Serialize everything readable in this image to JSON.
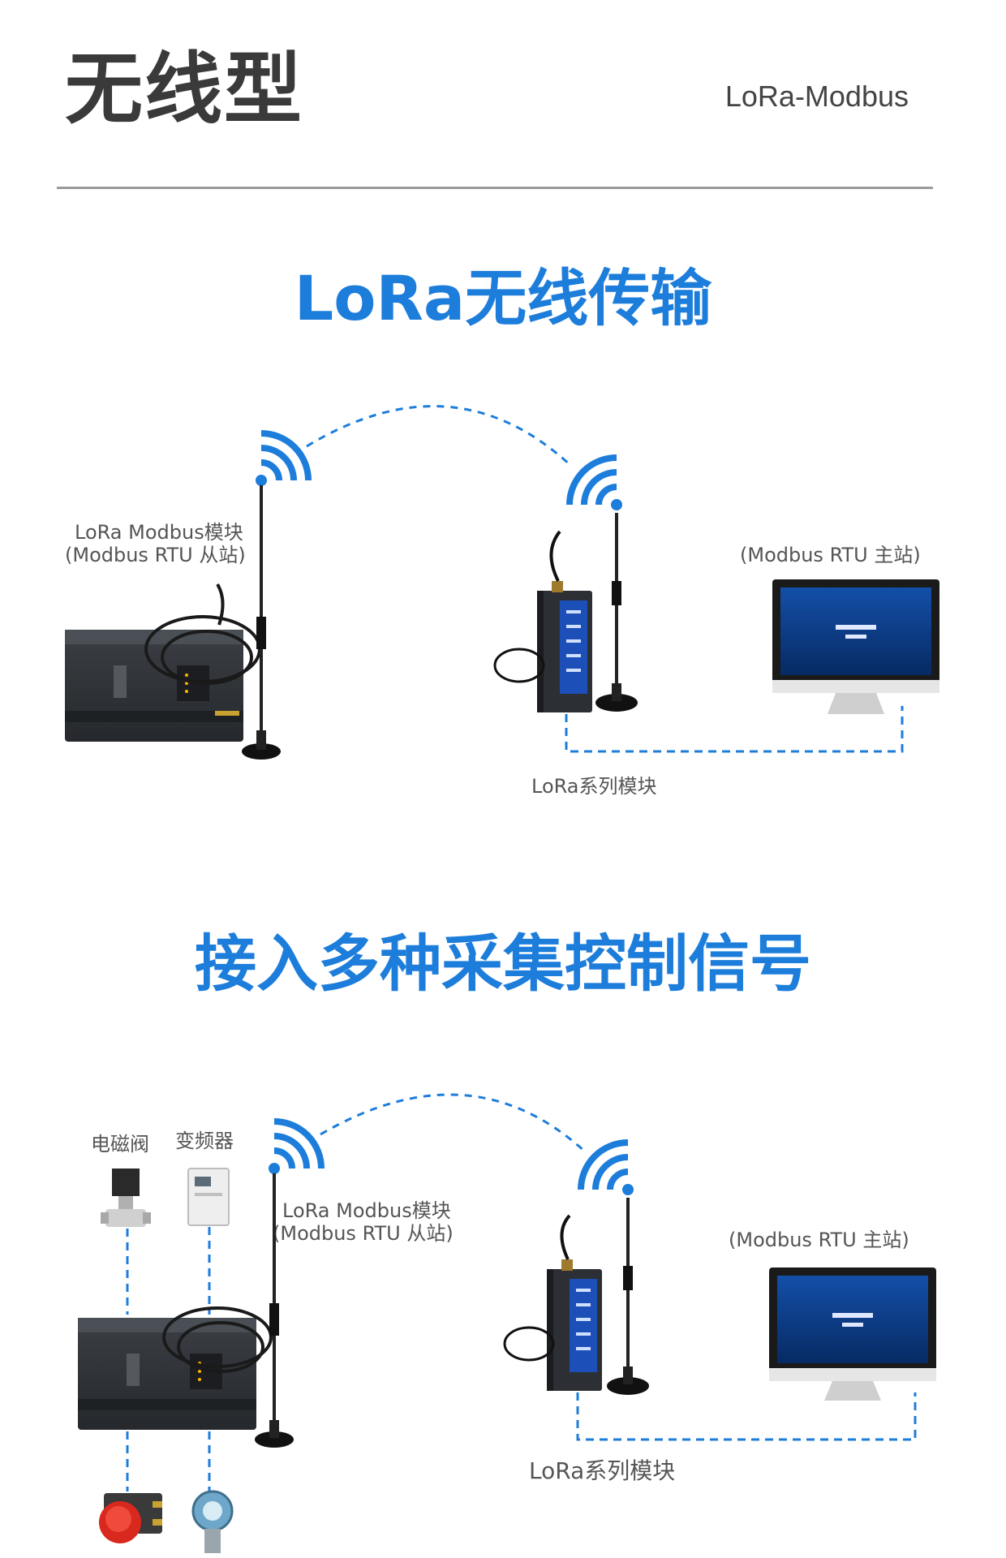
{
  "header": {
    "title": "无线型",
    "subtitle": "LoRa-Modbus"
  },
  "section1": {
    "title": "LoRa无线传输",
    "slave_label_line1": "LoRa Modbus模块",
    "slave_label_line2": "(Modbus RTU 从站)",
    "master_label": "(Modbus RTU 主站)",
    "module_label": "LoRa系列模块"
  },
  "section2": {
    "title": "接入多种采集控制信号",
    "valve_label": "电磁阀",
    "inverter_label": "变频器",
    "slave_label_line1": "LoRa Modbus模块",
    "slave_label_line2": "(Modbus RTU 从站)",
    "master_label": "(Modbus RTU 主站)",
    "module_label": "LoRa系列模块"
  },
  "colors": {
    "accent": "#1d7ddb",
    "device_dark": "#2c2f33",
    "screen_blue": "#0c3d8c"
  },
  "icons": [
    "wifi-signal-icon",
    "antenna-icon",
    "monitor-icon",
    "plc-module-icon",
    "lora-gateway-icon",
    "solenoid-valve-icon",
    "inverter-icon",
    "push-button-icon",
    "pressure-transmitter-icon"
  ]
}
